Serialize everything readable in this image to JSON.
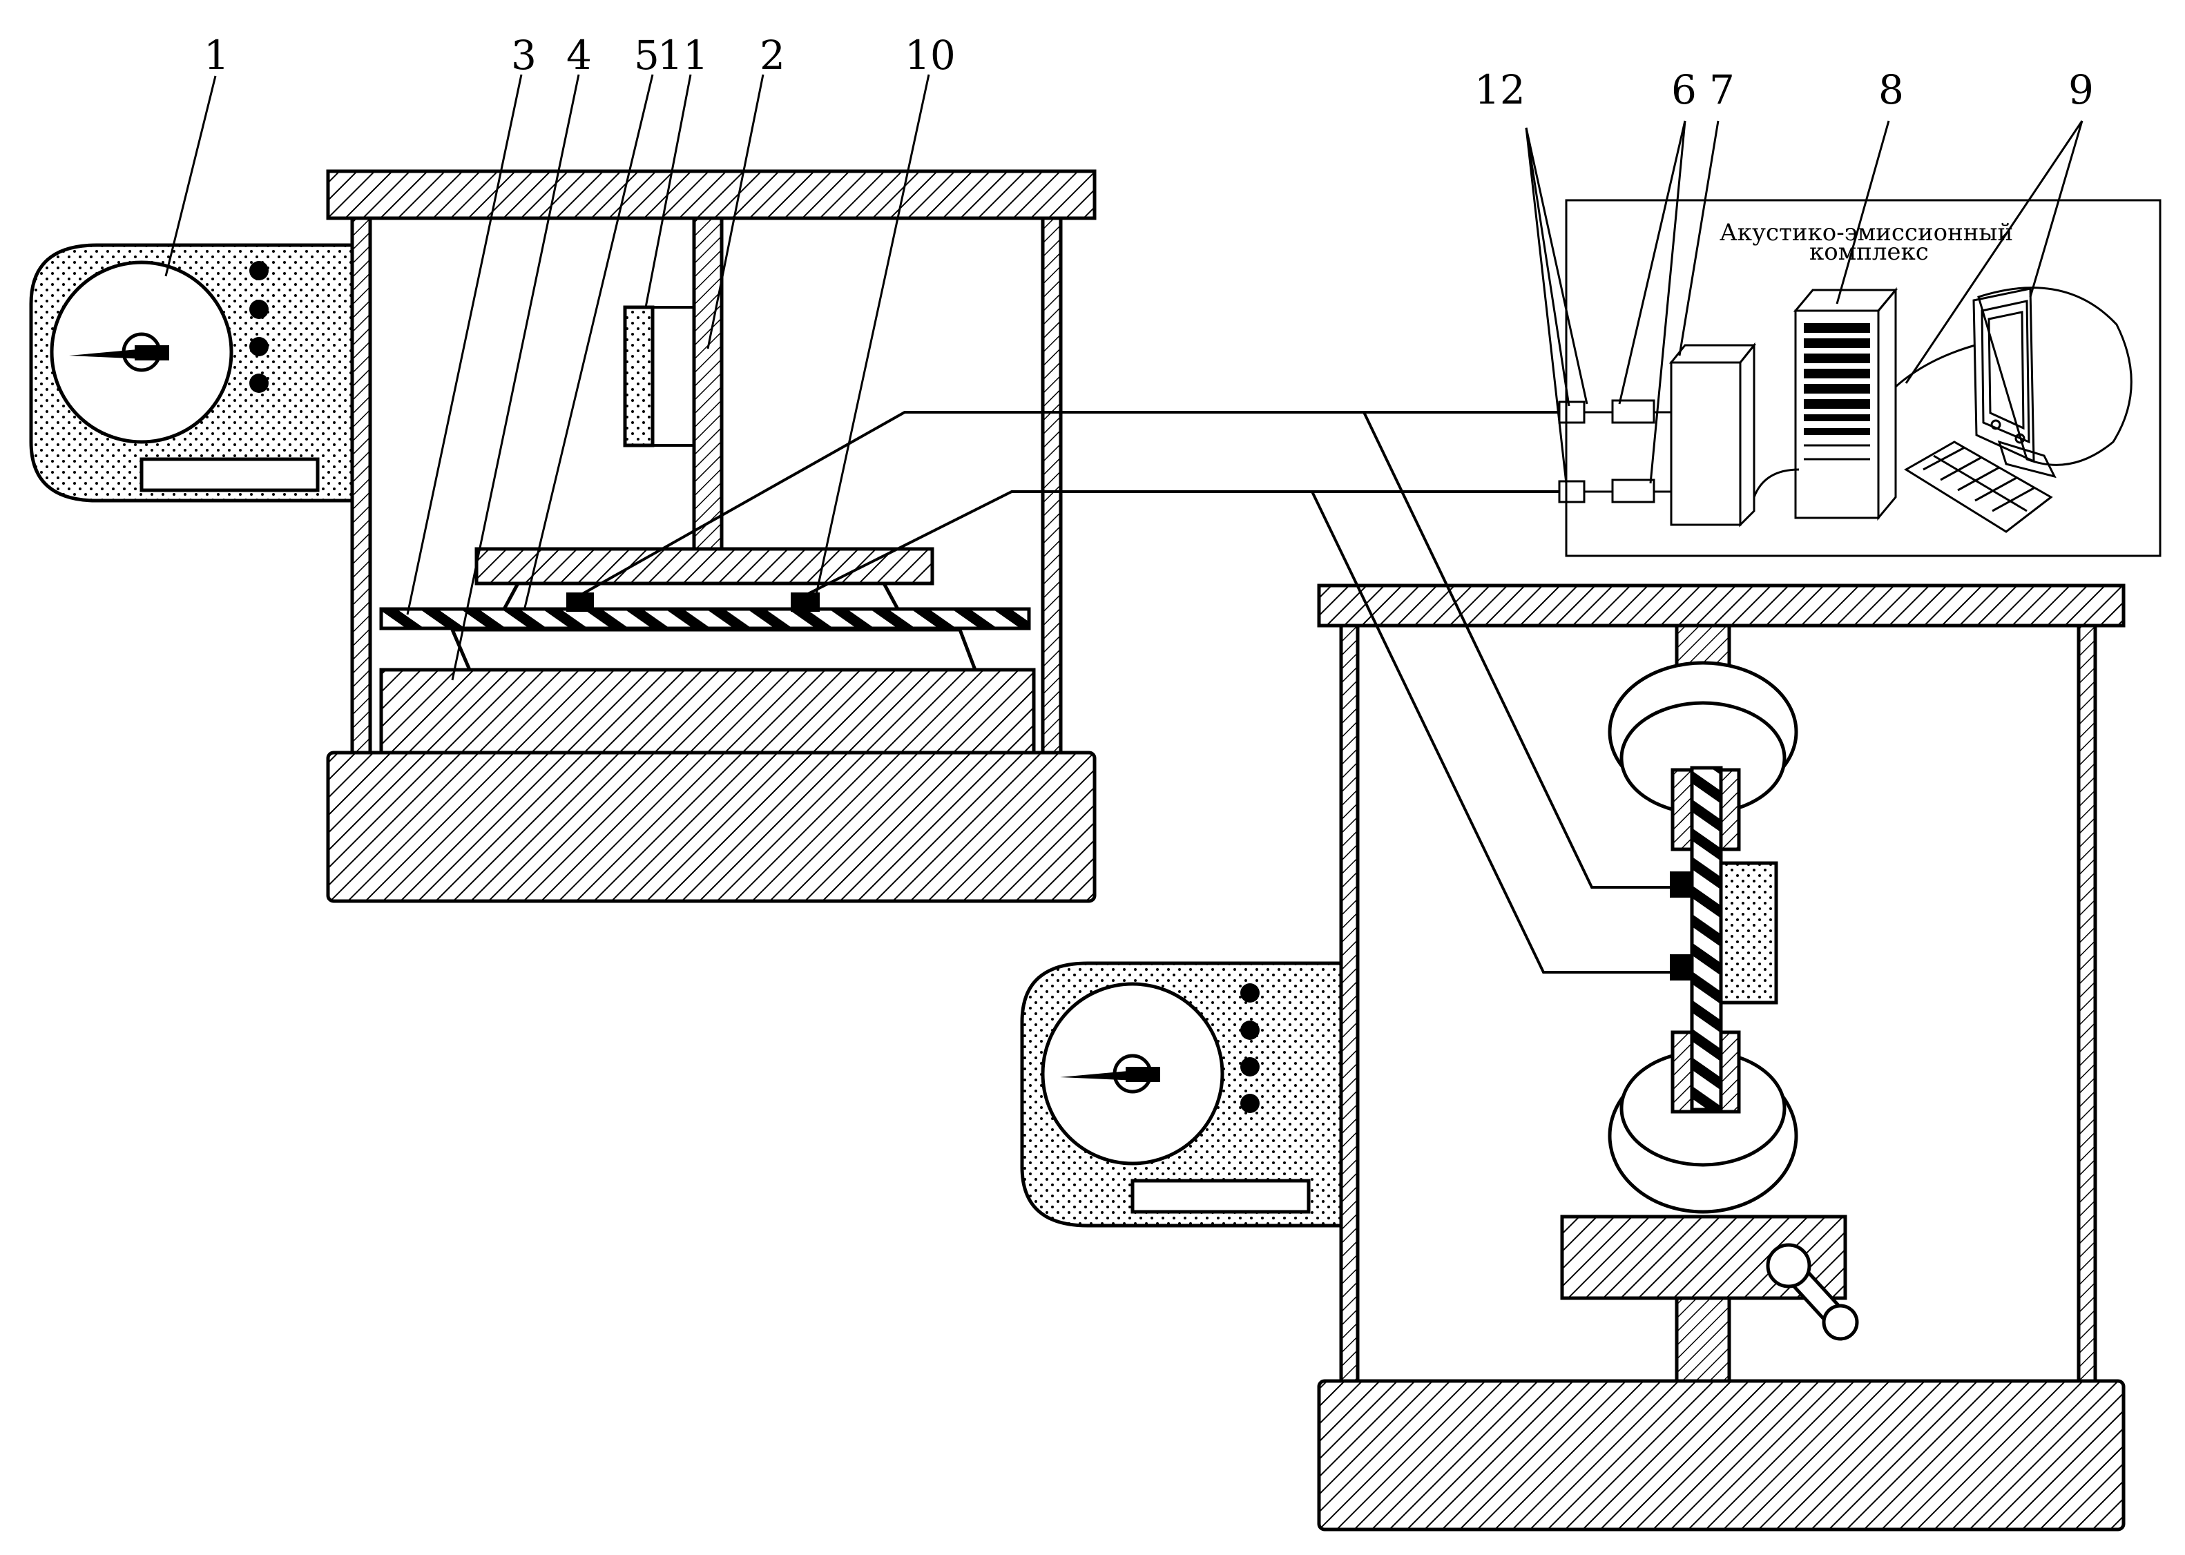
{
  "labels": {
    "l1": "1",
    "l3": "3",
    "l4": "4",
    "l5": "5",
    "l11": "11",
    "l2": "2",
    "l10": "10",
    "l12": "12",
    "l6": "6",
    "l7": "7",
    "l8": "8",
    "l9": "9"
  },
  "complex": {
    "caption_line1": "Акустико-эмиссионный",
    "caption_line2": "комплекс"
  },
  "icons": {
    "gauge": "dial-gauge-icon",
    "pc": "computer-tower-icon",
    "monitor": "crt-monitor-icon",
    "keyboard": "keyboard-icon",
    "amplifier": "preamplifier-icon",
    "sensor": "acoustic-sensor-icon",
    "crank": "crank-handle-icon"
  },
  "colors": {
    "ink": "#000000",
    "paper": "#ffffff"
  }
}
